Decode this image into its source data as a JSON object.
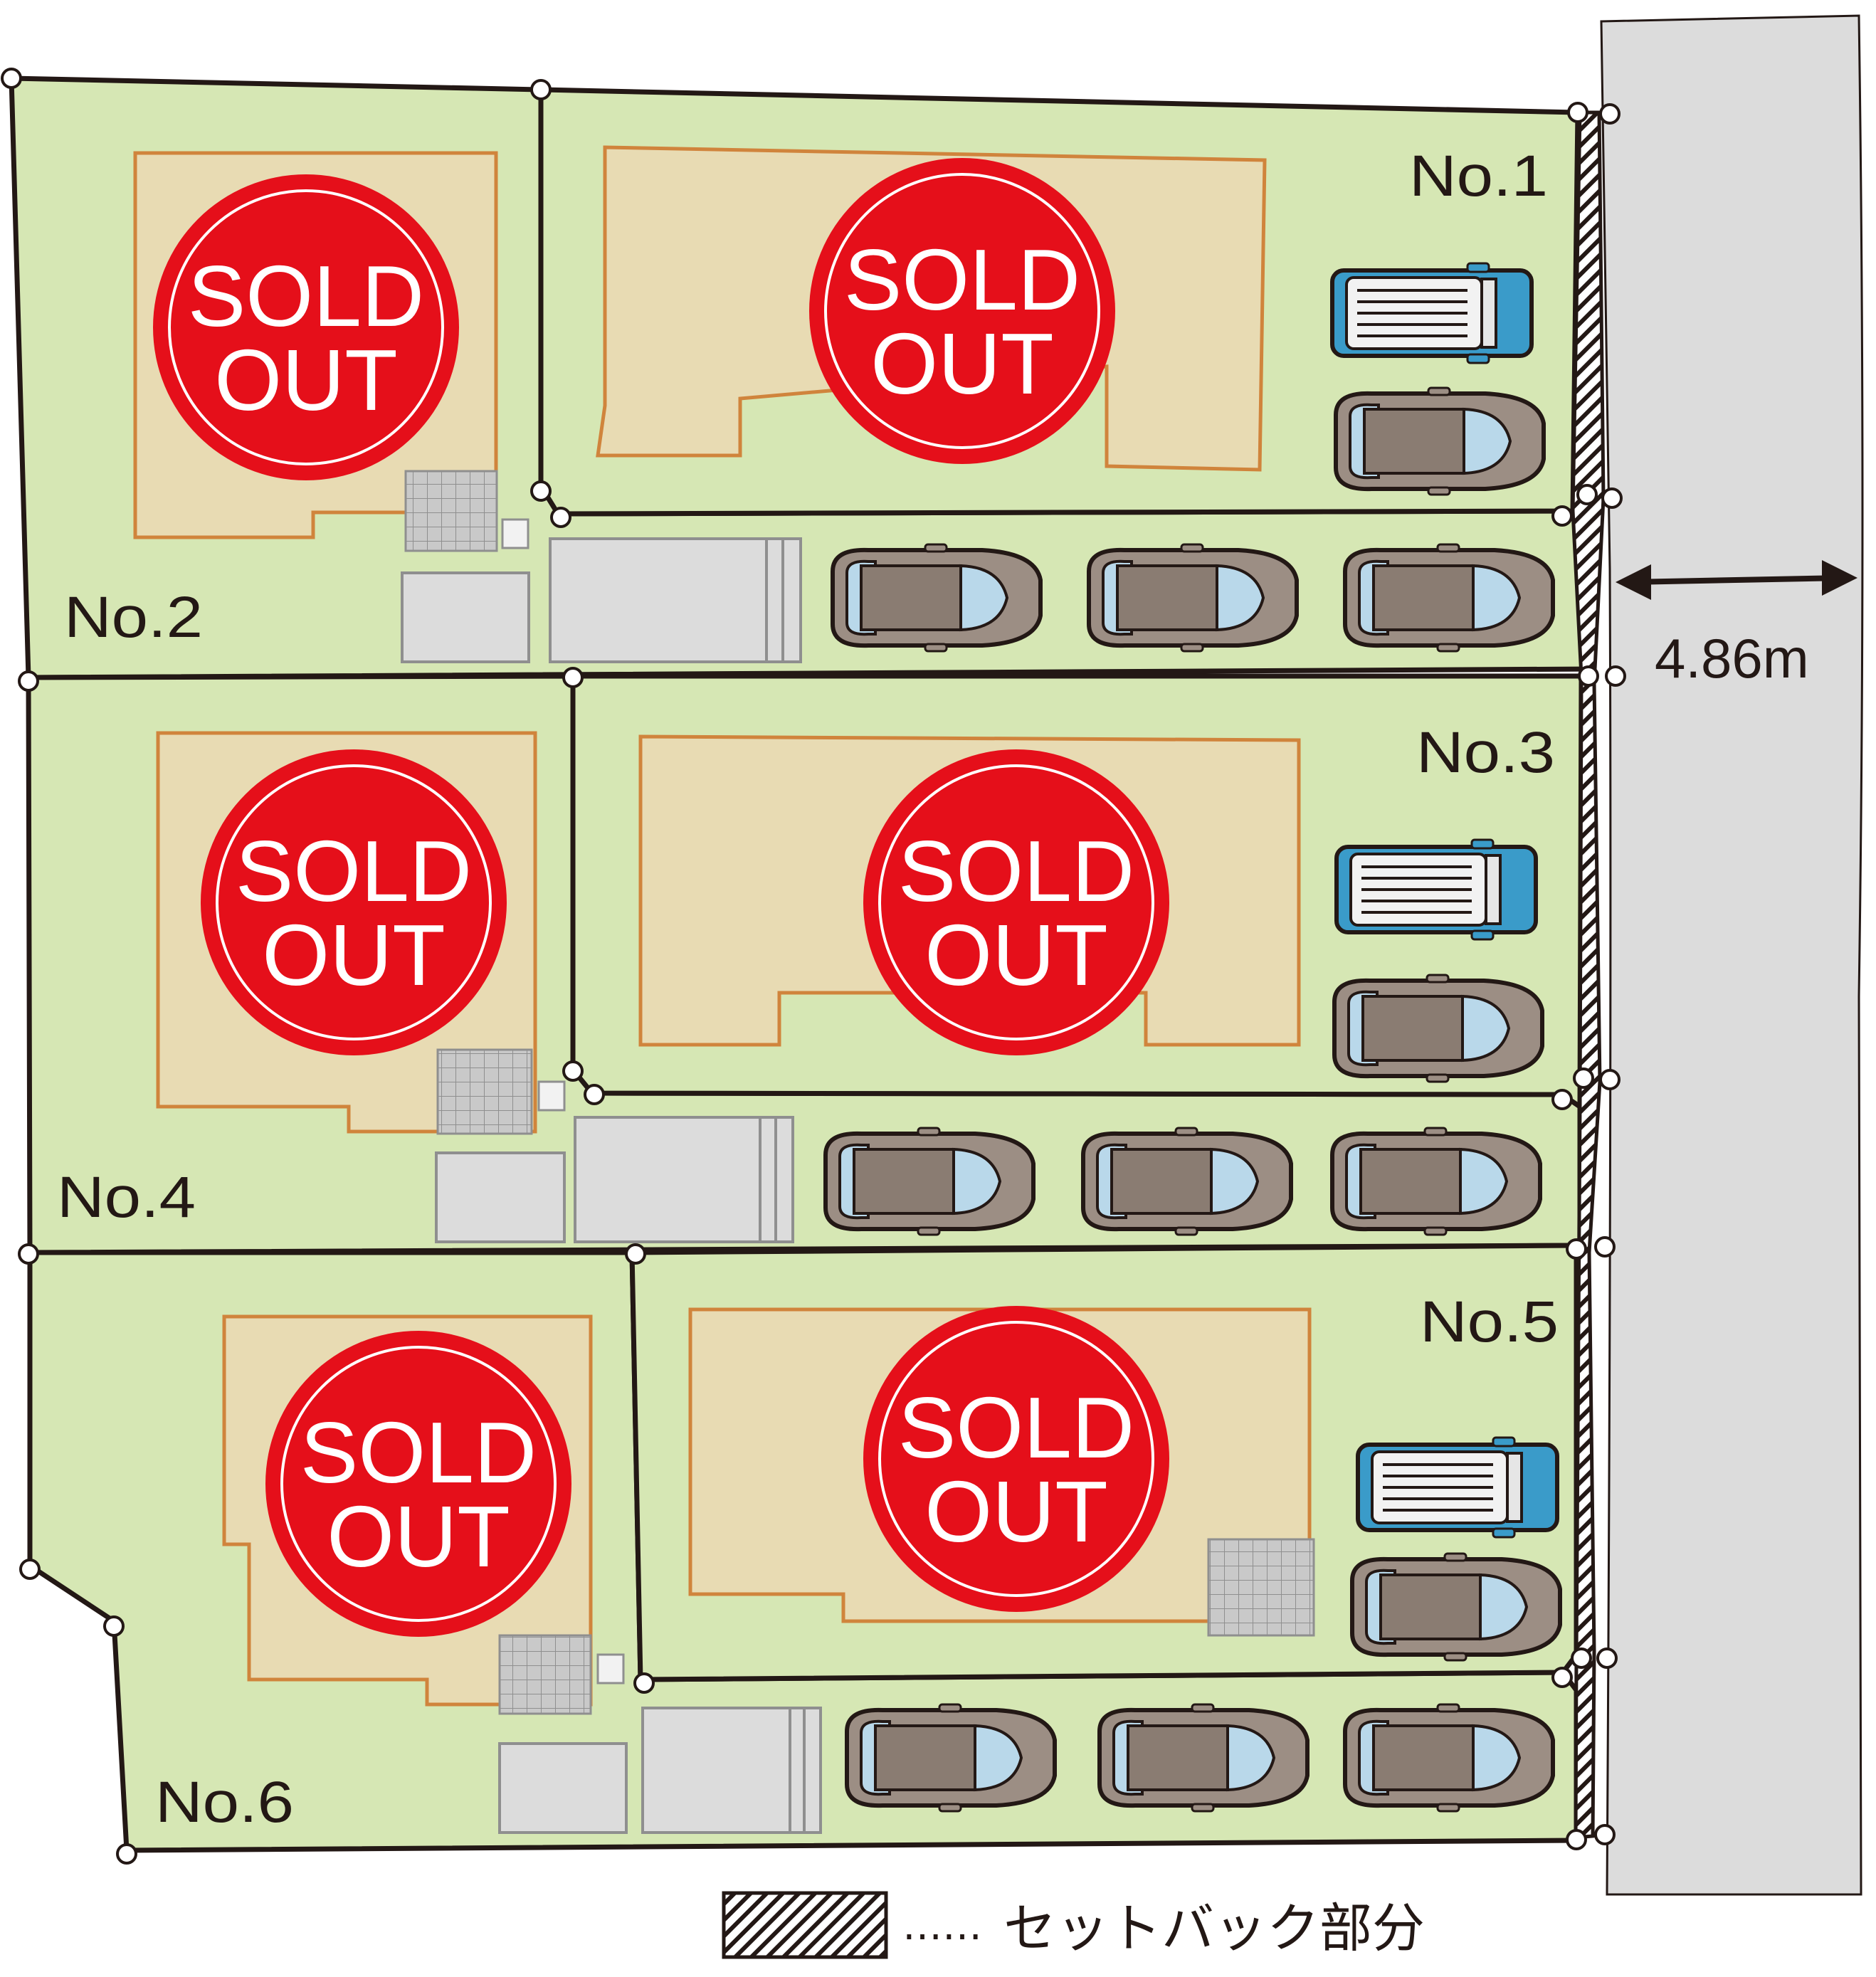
{
  "lots": [
    {
      "id": "lot-1",
      "label": "No.1",
      "status": "SOLD OUT",
      "status_line1": "SOLD",
      "status_line2": "OUT"
    },
    {
      "id": "lot-2",
      "label": "No.2",
      "status": "SOLD OUT",
      "status_line1": "SOLD",
      "status_line2": "OUT"
    },
    {
      "id": "lot-3",
      "label": "No.3",
      "status": "SOLD OUT",
      "status_line1": "SOLD",
      "status_line2": "OUT"
    },
    {
      "id": "lot-4",
      "label": "No.4",
      "status": "SOLD OUT",
      "status_line1": "SOLD",
      "status_line2": "OUT"
    },
    {
      "id": "lot-5",
      "label": "No.5",
      "status": "SOLD OUT",
      "status_line1": "SOLD",
      "status_line2": "OUT"
    },
    {
      "id": "lot-6",
      "label": "No.6",
      "status": "SOLD OUT",
      "status_line1": "SOLD",
      "status_line2": "OUT"
    }
  ],
  "road": {
    "width_label": "4.86m"
  },
  "legend": {
    "dots": "……",
    "text": "セットバック部分"
  },
  "colors": {
    "lot_fill": "#d6e7b4",
    "building_fill": "#e8dbb3",
    "building_outline": "#d0843c",
    "sold_badge": "#e50f1a",
    "road": "#dcdcdc",
    "outline": "#231815",
    "car_blue": "#3a9bc9",
    "car_brown": "#9c8e84"
  }
}
